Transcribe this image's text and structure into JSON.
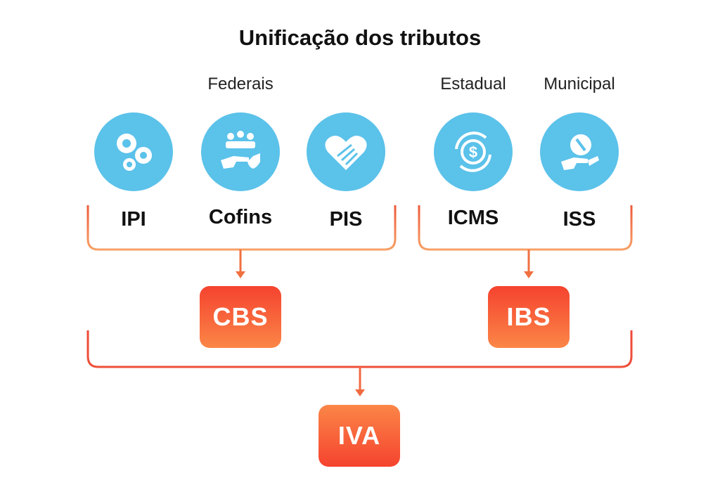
{
  "title": "Unificação dos tributos",
  "groups": {
    "federal": "Federais",
    "state": "Estadual",
    "municipal": "Municipal"
  },
  "taxes": [
    {
      "label": "IPI",
      "icon": "gears-icon"
    },
    {
      "label": "Cofins",
      "icon": "people-hand-shield-icon"
    },
    {
      "label": "PIS",
      "icon": "handshake-heart-icon"
    },
    {
      "label": "ICMS",
      "icon": "dollar-cycle-icon"
    },
    {
      "label": "ISS",
      "icon": "hand-gear-wrench-icon"
    }
  ],
  "results": {
    "cbs": "CBS",
    "ibs": "IBS",
    "iva": "IVA"
  },
  "colors": {
    "icon_circle": "#5bc2ea",
    "box_red": "#f5432f",
    "box_orange": "#fb8647"
  }
}
